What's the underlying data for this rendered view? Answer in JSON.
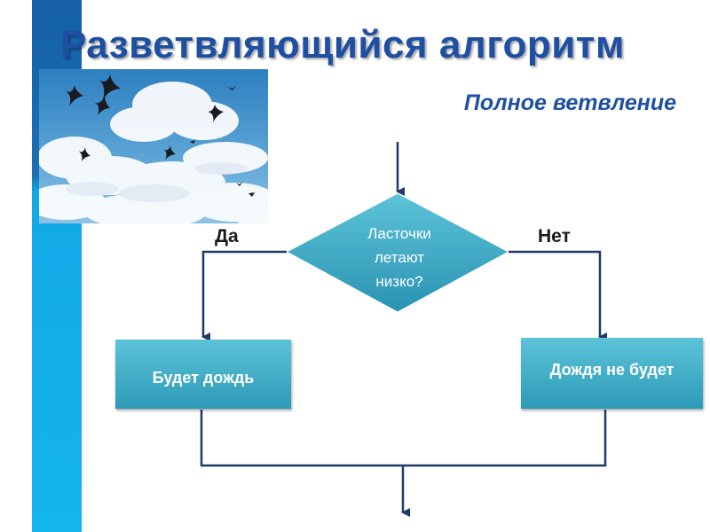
{
  "slide": {
    "title": "Разветвляющийся алгоритм",
    "subtitle": "Полное ветвление"
  },
  "image": {
    "subject": "swallows-in-sky"
  },
  "flowchart": {
    "decision": {
      "lines": [
        "Ласточки",
        "летают",
        "низко?"
      ]
    },
    "branch_yes": {
      "label": "Да",
      "action": "Будет дождь"
    },
    "branch_no": {
      "label": "Нет",
      "action": "Дождя не будет"
    }
  },
  "colors": {
    "title": "#1e4fa3",
    "side_bar_top": "#1b6fb5",
    "side_bar_bottom": "#14b4ee",
    "shape_fill": "#3aa6c2",
    "connector": "#1f3a66"
  }
}
